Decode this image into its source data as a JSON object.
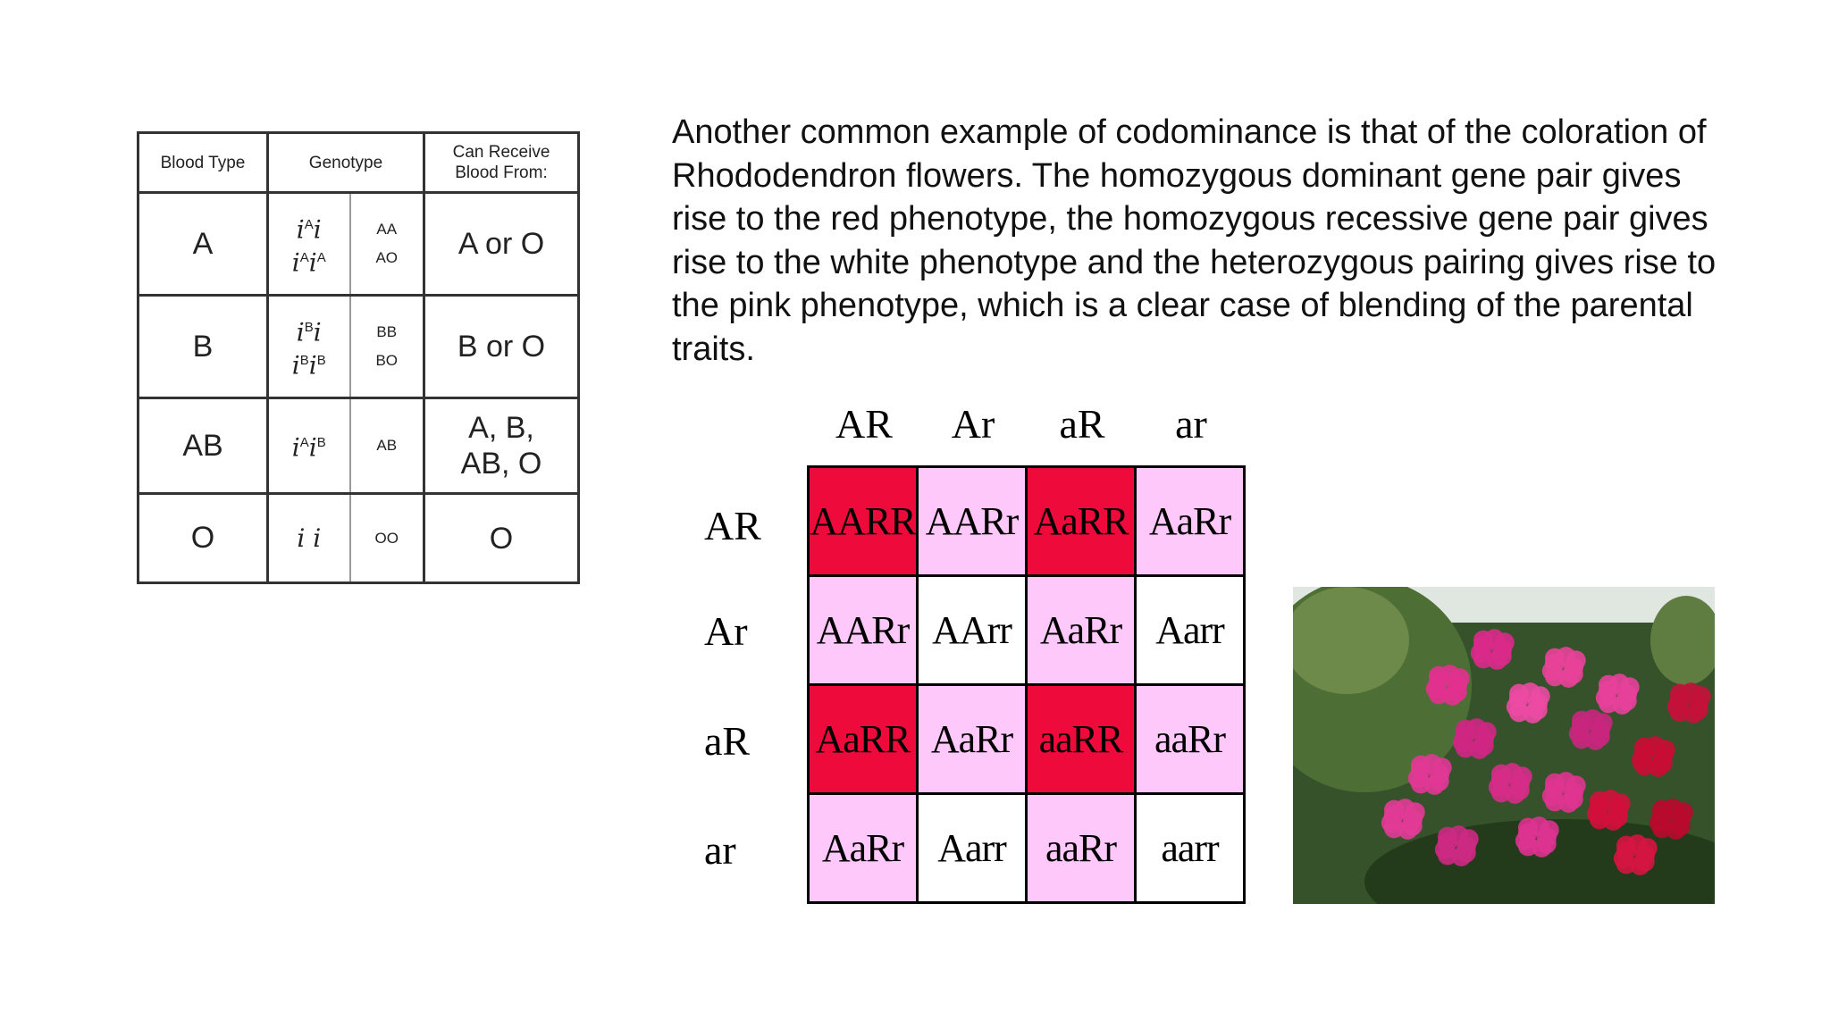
{
  "blood_table": {
    "headers": [
      "Blood Type",
      "Genotype",
      "Can Receive Blood From:"
    ],
    "header_line1": "Can Receive",
    "header_line2": "Blood From:",
    "rows": [
      {
        "type": "A",
        "sym1_base": "i",
        "sym1_sup": "A",
        "sym1_tail": "i",
        "sym2_base": "i",
        "sym2_sup": "A",
        "sym2_mid": "i",
        "sym2_sup2": "A",
        "code1": "AA",
        "code2": "AO",
        "receive1": "A or O",
        "receive2": ""
      },
      {
        "type": "B",
        "sym1_base": "i",
        "sym1_sup": "B",
        "sym1_tail": "i",
        "sym2_base": "i",
        "sym2_sup": "B",
        "sym2_mid": "i",
        "sym2_sup2": "B",
        "code1": "BB",
        "code2": "BO",
        "receive1": "B or O",
        "receive2": ""
      },
      {
        "type": "AB",
        "sym1_base": "i",
        "sym1_sup": "A",
        "sym1_tail": "i",
        "sym1_sup2": "B",
        "code1": "AB",
        "receive1": "A, B,",
        "receive2": "AB, O"
      },
      {
        "type": "O",
        "sym1_text": "i i",
        "code1": "OO",
        "receive1": "O"
      }
    ]
  },
  "paragraph": "Another common example of codominance is that of the coloration of Rhododendron flowers. The homozygous dominant gene pair gives rise to the red phenotype, the homozygous recessive gene pair gives rise to the white phenotype and the heterozygous pairing gives rise to the pink phenotype, which is a clear case of blending of the parental traits.",
  "punnett": {
    "columns": [
      "AR",
      "Ar",
      "aR",
      "ar"
    ],
    "rows": [
      "AR",
      "Ar",
      "aR",
      "ar"
    ],
    "cells": [
      [
        {
          "g": "AARR",
          "c": "red"
        },
        {
          "g": "AARr",
          "c": "pink"
        },
        {
          "g": "AaRR",
          "c": "red"
        },
        {
          "g": "AaRr",
          "c": "pink"
        }
      ],
      [
        {
          "g": "AARr",
          "c": "pink"
        },
        {
          "g": "AArr",
          "c": "white"
        },
        {
          "g": "AaRr",
          "c": "pink"
        },
        {
          "g": "Aarr",
          "c": "white"
        }
      ],
      [
        {
          "g": "AaRR",
          "c": "red"
        },
        {
          "g": "AaRr",
          "c": "pink"
        },
        {
          "g": "aaRR",
          "c": "red"
        },
        {
          "g": "aaRr",
          "c": "pink"
        }
      ],
      [
        {
          "g": "AaRr",
          "c": "pink"
        },
        {
          "g": "Aarr",
          "c": "white"
        },
        {
          "g": "aaRr",
          "c": "pink"
        },
        {
          "g": "aarr",
          "c": "white"
        }
      ]
    ],
    "colors": {
      "red": "#ee0a3a",
      "pink": "#ffc8fb",
      "white": "#ffffff"
    }
  },
  "photo": {
    "subject": "rhododendron-flowers-photo"
  }
}
